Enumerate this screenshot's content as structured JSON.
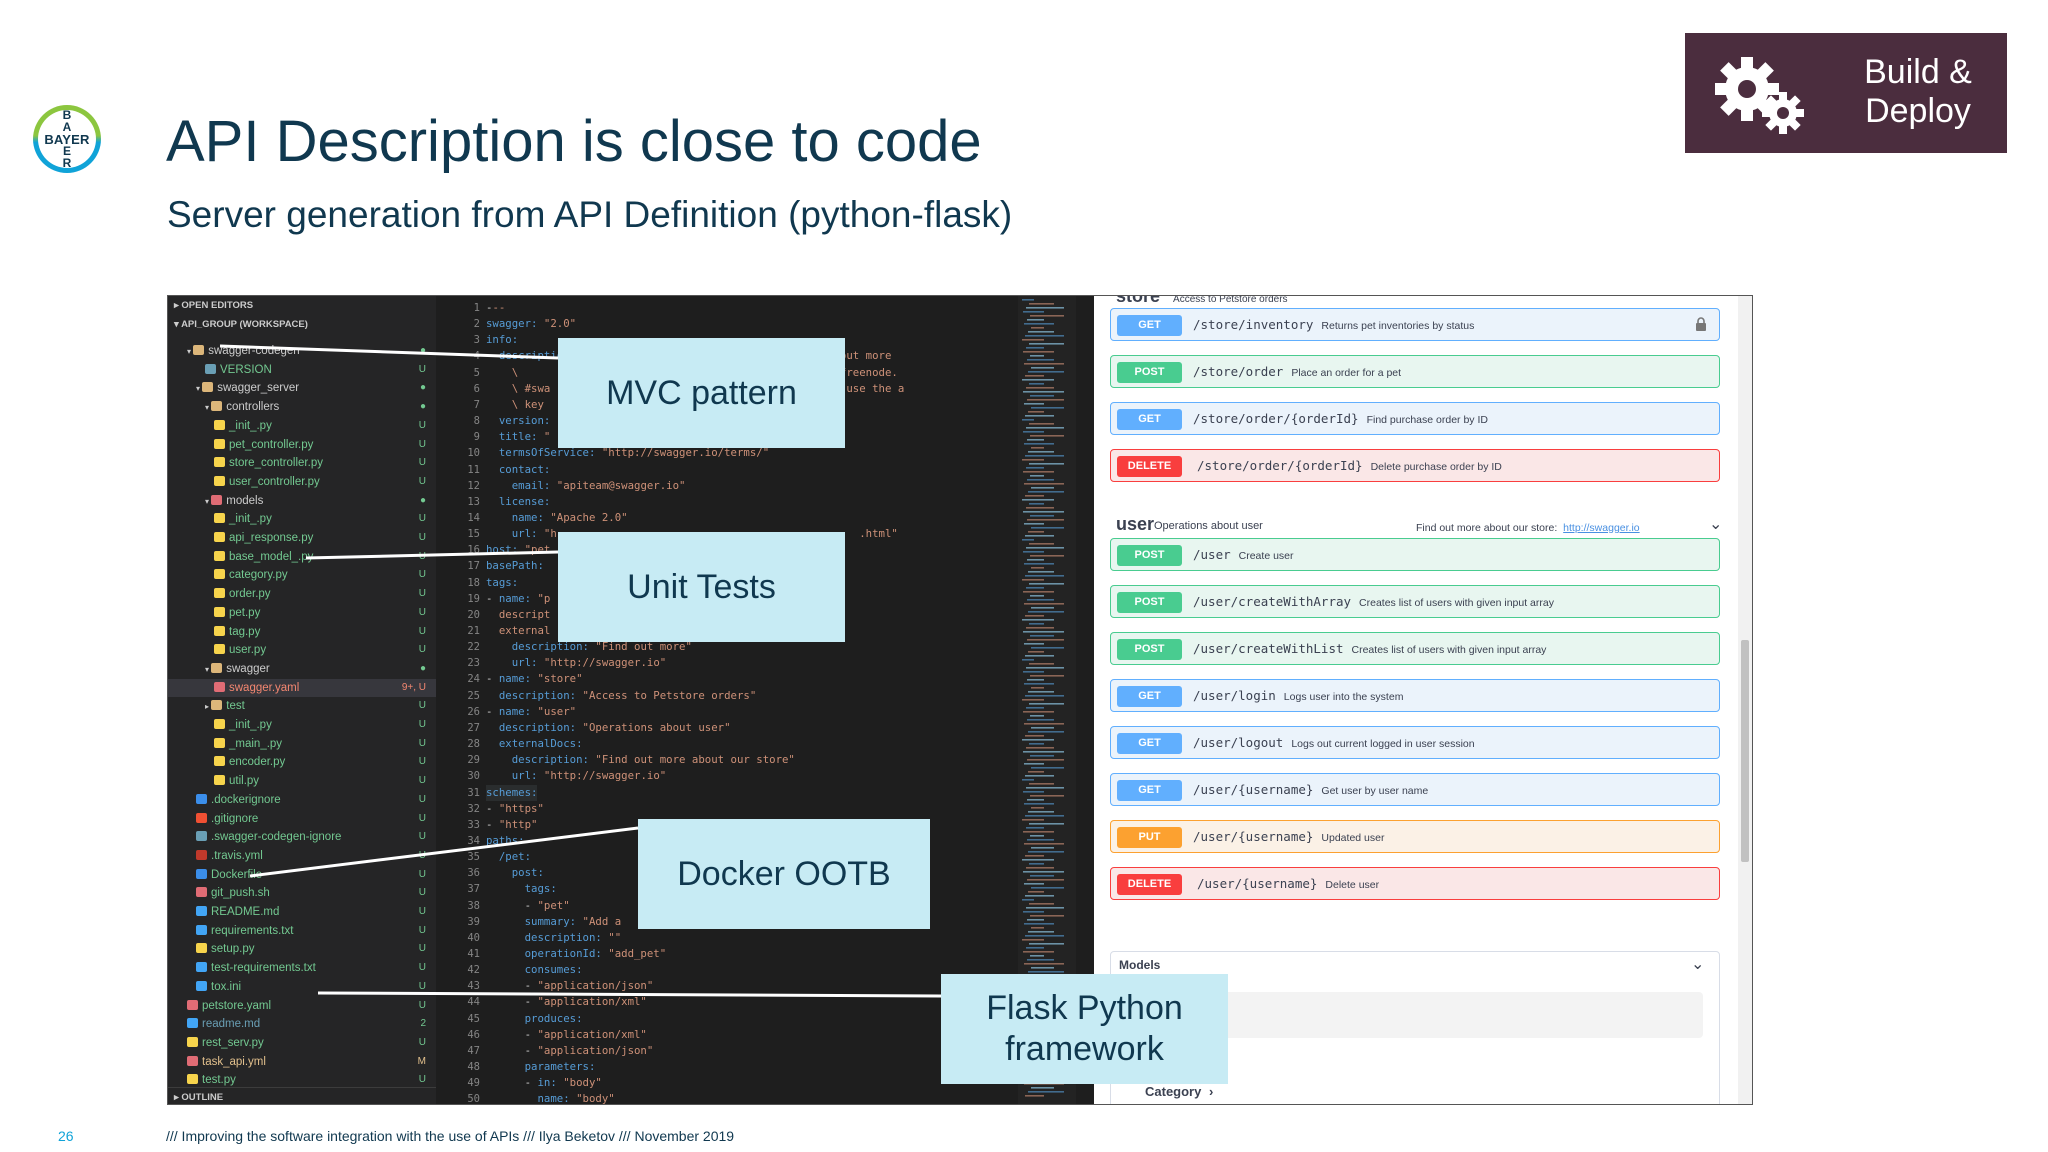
{
  "slide": {
    "title": "API Description is close to code",
    "subtitle": "Server generation from API Definition (python-flask)",
    "badge": [
      "Build &",
      "Deploy"
    ],
    "page_number": "26",
    "footer": "/// Improving the software integration with the use of APIs /// Ilya Beketov /// November 2019",
    "logo_text_h": "BAYER",
    "logo_text_v": [
      "B",
      "A",
      "Y",
      "E",
      "R"
    ]
  },
  "callouts": [
    "MVC pattern",
    "Unit Tests",
    "Docker OOTB",
    "Flask Python framework"
  ],
  "explorer": {
    "open_editors": "OPEN EDITORS",
    "workspace": "API_GROUP (WORKSPACE)",
    "outline": "OUTLINE",
    "items": [
      {
        "label": "swagger-codegen",
        "indent": 1,
        "kind": "folder",
        "status": "●"
      },
      {
        "label": "VERSION",
        "indent": 3,
        "kind": "file",
        "status": "U"
      },
      {
        "label": "swagger_server",
        "indent": 2,
        "kind": "folder",
        "status": "●"
      },
      {
        "label": "controllers",
        "indent": 3,
        "kind": "folder",
        "status": "●"
      },
      {
        "label": "_init_.py",
        "indent": 4,
        "kind": "py",
        "status": "U"
      },
      {
        "label": "pet_controller.py",
        "indent": 4,
        "kind": "py",
        "status": "U"
      },
      {
        "label": "store_controller.py",
        "indent": 4,
        "kind": "py",
        "status": "U"
      },
      {
        "label": "user_controller.py",
        "indent": 4,
        "kind": "py",
        "status": "U"
      },
      {
        "label": "models",
        "indent": 3,
        "kind": "folder-red",
        "status": "●"
      },
      {
        "label": "_init_.py",
        "indent": 4,
        "kind": "py",
        "status": "U"
      },
      {
        "label": "api_response.py",
        "indent": 4,
        "kind": "py",
        "status": "U"
      },
      {
        "label": "base_model_.py",
        "indent": 4,
        "kind": "py",
        "status": "U"
      },
      {
        "label": "category.py",
        "indent": 4,
        "kind": "py",
        "status": "U"
      },
      {
        "label": "order.py",
        "indent": 4,
        "kind": "py",
        "status": "U"
      },
      {
        "label": "pet.py",
        "indent": 4,
        "kind": "py",
        "status": "U"
      },
      {
        "label": "tag.py",
        "indent": 4,
        "kind": "py",
        "status": "U"
      },
      {
        "label": "user.py",
        "indent": 4,
        "kind": "py",
        "status": "U"
      },
      {
        "label": "swagger",
        "indent": 3,
        "kind": "folder",
        "status": "●"
      },
      {
        "label": "swagger.yaml",
        "indent": 4,
        "kind": "yaml",
        "status": "9+, U",
        "selected": true
      },
      {
        "label": "test",
        "indent": 3,
        "kind": "folder",
        "status": "U"
      },
      {
        "label": "_init_.py",
        "indent": 4,
        "kind": "py",
        "status": "U"
      },
      {
        "label": "_main_.py",
        "indent": 4,
        "kind": "py",
        "status": "U"
      },
      {
        "label": "encoder.py",
        "indent": 4,
        "kind": "py",
        "status": "U"
      },
      {
        "label": "util.py",
        "indent": 4,
        "kind": "py",
        "status": "U"
      },
      {
        "label": ".dockerignore",
        "indent": 2,
        "kind": "docker",
        "status": "U"
      },
      {
        "label": ".gitignore",
        "indent": 2,
        "kind": "git",
        "status": "U"
      },
      {
        "label": ".swagger-codegen-ignore",
        "indent": 2,
        "kind": "file",
        "status": "U"
      },
      {
        "label": ".travis.yml",
        "indent": 2,
        "kind": "travis",
        "status": "U"
      },
      {
        "label": "Dockerfile",
        "indent": 2,
        "kind": "docker",
        "status": "U"
      },
      {
        "label": "git_push.sh",
        "indent": 2,
        "kind": "sh",
        "status": "U"
      },
      {
        "label": "README.md",
        "indent": 2,
        "kind": "md",
        "status": "U"
      },
      {
        "label": "requirements.txt",
        "indent": 2,
        "kind": "txt",
        "status": "U"
      },
      {
        "label": "setup.py",
        "indent": 2,
        "kind": "py",
        "status": "U"
      },
      {
        "label": "test-requirements.txt",
        "indent": 2,
        "kind": "txt",
        "status": "U"
      },
      {
        "label": "tox.ini",
        "indent": 2,
        "kind": "gear",
        "status": "U"
      },
      {
        "label": "petstore.yaml",
        "indent": 1,
        "kind": "yaml",
        "status": "U"
      },
      {
        "label": "readme.md",
        "indent": 1,
        "kind": "info",
        "status": "2"
      },
      {
        "label": "rest_serv.py",
        "indent": 1,
        "kind": "py",
        "status": "U"
      },
      {
        "label": "task_api.yml",
        "indent": 1,
        "kind": "yaml",
        "status": "M"
      },
      {
        "label": "test.py",
        "indent": 1,
        "kind": "py",
        "status": "U"
      }
    ]
  },
  "code": {
    "lines": [
      {
        "n": "1",
        "t": "---"
      },
      {
        "n": "2",
        "t": "swagger: \"2.0\""
      },
      {
        "n": "3",
        "t": "info:"
      },
      {
        "n": "4",
        "t": "  description: \"...                    .  You can find out more"
      },
      {
        "n": "5",
        "t": "    \\                                  .io) or on [irc.freenode."
      },
      {
        "n": "6",
        "t": "    \\ #swa                              sample, you can use the a"
      },
      {
        "n": "7",
        "t": "    \\ key                               filters.\""
      },
      {
        "n": "8",
        "t": "  version:"
      },
      {
        "n": "9",
        "t": "  title: \""
      },
      {
        "n": "10",
        "t": "  termsOfService: \"http://swagger.io/terms/\""
      },
      {
        "n": "11",
        "t": "  contact:"
      },
      {
        "n": "12",
        "t": "    email: \"apiteam@swagger.io\""
      },
      {
        "n": "13",
        "t": "  license:"
      },
      {
        "n": "14",
        "t": "    name: \"Apache 2.0\""
      },
      {
        "n": "15",
        "t": "    url: \"h                                               .html\""
      },
      {
        "n": "16",
        "t": "host: \"pet"
      },
      {
        "n": "17",
        "t": "basePath:"
      },
      {
        "n": "18",
        "t": "tags:"
      },
      {
        "n": "19",
        "t": "- name: \"p"
      },
      {
        "n": "20",
        "t": "  descript"
      },
      {
        "n": "21",
        "t": "  external"
      },
      {
        "n": "22",
        "t": "    description: \"Find out more\""
      },
      {
        "n": "23",
        "t": "    url: \"http://swagger.io\""
      },
      {
        "n": "24",
        "t": "- name: \"store\""
      },
      {
        "n": "25",
        "t": "  description: \"Access to Petstore orders\""
      },
      {
        "n": "26",
        "t": "- name: \"user\""
      },
      {
        "n": "27",
        "t": "  description: \"Operations about user\""
      },
      {
        "n": "28",
        "t": "  externalDocs:"
      },
      {
        "n": "29",
        "t": "    description: \"Find out more about our store\""
      },
      {
        "n": "30",
        "t": "    url: \"http://swagger.io\""
      },
      {
        "n": "31",
        "t": "schemes:"
      },
      {
        "n": "32",
        "t": "- \"https\""
      },
      {
        "n": "33",
        "t": "- \"http\""
      },
      {
        "n": "34",
        "t": "paths:"
      },
      {
        "n": "35",
        "t": "  /pet:"
      },
      {
        "n": "36",
        "t": "    post:"
      },
      {
        "n": "37",
        "t": "      tags:"
      },
      {
        "n": "38",
        "t": "      - \"pet\""
      },
      {
        "n": "39",
        "t": "      summary: \"Add a"
      },
      {
        "n": "40",
        "t": "      description: \"\""
      },
      {
        "n": "41",
        "t": "      operationId: \"add_pet\""
      },
      {
        "n": "42",
        "t": "      consumes:"
      },
      {
        "n": "43",
        "t": "      - \"application/json\""
      },
      {
        "n": "44",
        "t": "      - \"application/xml\""
      },
      {
        "n": "45",
        "t": "      produces:"
      },
      {
        "n": "46",
        "t": "      - \"application/xml\""
      },
      {
        "n": "47",
        "t": "      - \"application/json\""
      },
      {
        "n": "48",
        "t": "      parameters:"
      },
      {
        "n": "49",
        "t": "      - in: \"body\""
      },
      {
        "n": "50",
        "t": "        name: \"body\""
      }
    ]
  },
  "swagger": {
    "store_heading": "store",
    "store_desc": "Access to Petstore orders",
    "user_heading": "user",
    "user_desc": "Operations about user",
    "user_link_text": "Find out more about our store:",
    "user_link": "http://swagger.io",
    "models_heading": "Models",
    "model_item": "Category",
    "ops": [
      {
        "method": "GET",
        "path": "/store/inventory",
        "desc": "Returns pet inventories by status",
        "lock": true
      },
      {
        "method": "POST",
        "path": "/store/order",
        "desc": "Place an order for a pet"
      },
      {
        "method": "GET",
        "path": "/store/order/{orderId}",
        "desc": "Find purchase order by ID"
      },
      {
        "method": "DELETE",
        "path": "/store/order/{orderId}",
        "desc": "Delete purchase order by ID"
      },
      {
        "method": "POST",
        "path": "/user",
        "desc": "Create user"
      },
      {
        "method": "POST",
        "path": "/user/createWithArray",
        "desc": "Creates list of users with given input array"
      },
      {
        "method": "POST",
        "path": "/user/createWithList",
        "desc": "Creates list of users with given input array"
      },
      {
        "method": "GET",
        "path": "/user/login",
        "desc": "Logs user into the system"
      },
      {
        "method": "GET",
        "path": "/user/logout",
        "desc": "Logs out current logged in user session"
      },
      {
        "method": "GET",
        "path": "/user/{username}",
        "desc": "Get user by user name"
      },
      {
        "method": "PUT",
        "path": "/user/{username}",
        "desc": "Updated user"
      },
      {
        "method": "DELETE",
        "path": "/user/{username}",
        "desc": "Delete user"
      }
    ]
  },
  "colors": {
    "brand_navy": "#10384f",
    "badge_bg": "#4b2d3e",
    "callout_bg": "#c7ebf4",
    "get": "#61affe",
    "post": "#49cc90",
    "put": "#fca130",
    "delete": "#f93e3e"
  }
}
